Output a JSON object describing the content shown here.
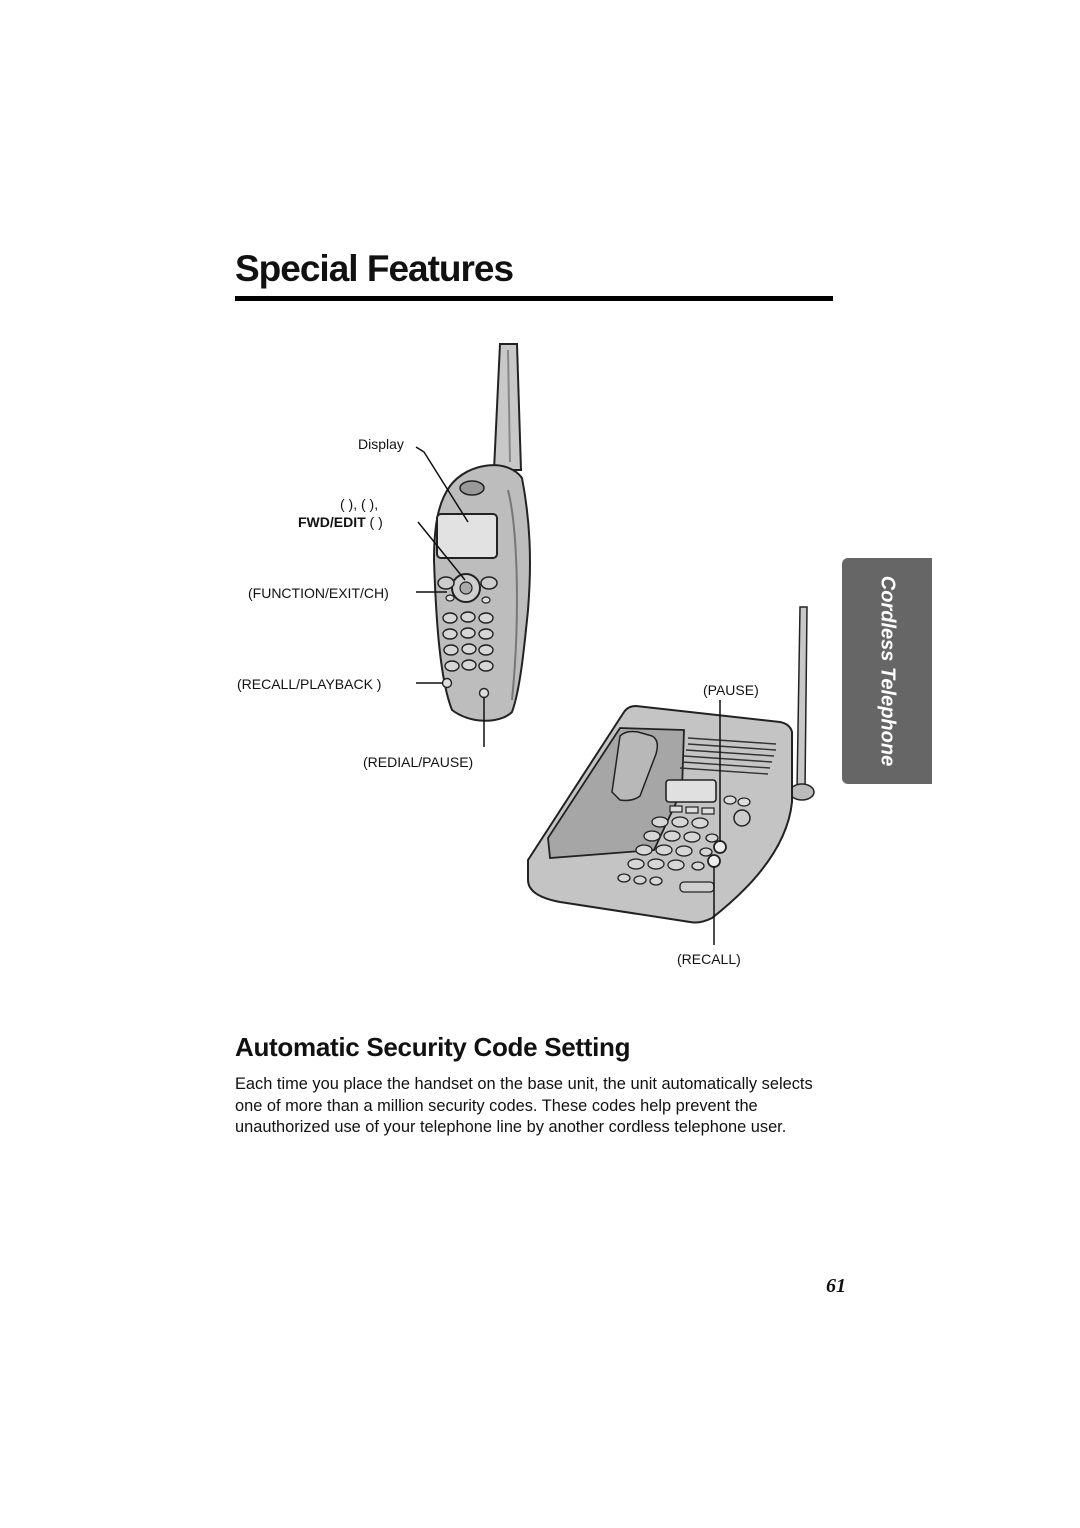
{
  "page": {
    "title": "Special Features",
    "side_tab": "Cordless Telephone",
    "page_number": "61"
  },
  "figure": {
    "labels": {
      "display": "Display",
      "arrows": "(   ), (   ),",
      "fwd_edit": "FWD/EDIT",
      "fwd_edit_paren": "(   )",
      "function_exit_ch": "(FUNCTION/EXIT/CH)",
      "recall_playback": "(RECALL/PLAYBACK  )",
      "redial_pause": "(REDIAL/PAUSE)",
      "pause": "(PAUSE)",
      "recall": "(RECALL)"
    }
  },
  "section": {
    "heading": "Automatic Security Code Setting",
    "body": "Each time you place the handset on the base unit, the unit automatically selects one of more than a million security codes. These codes help prevent the unauthorized use of your telephone line by another cordless telephone user."
  }
}
